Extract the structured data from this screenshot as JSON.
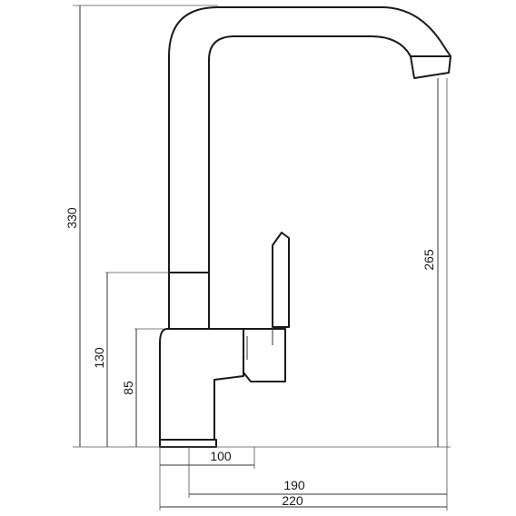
{
  "dimensions": {
    "total_height": "330",
    "spout_height": "265",
    "body_height": "130",
    "base_height": "85",
    "base_width": "100",
    "spout_reach": "190",
    "total_width": "220"
  }
}
